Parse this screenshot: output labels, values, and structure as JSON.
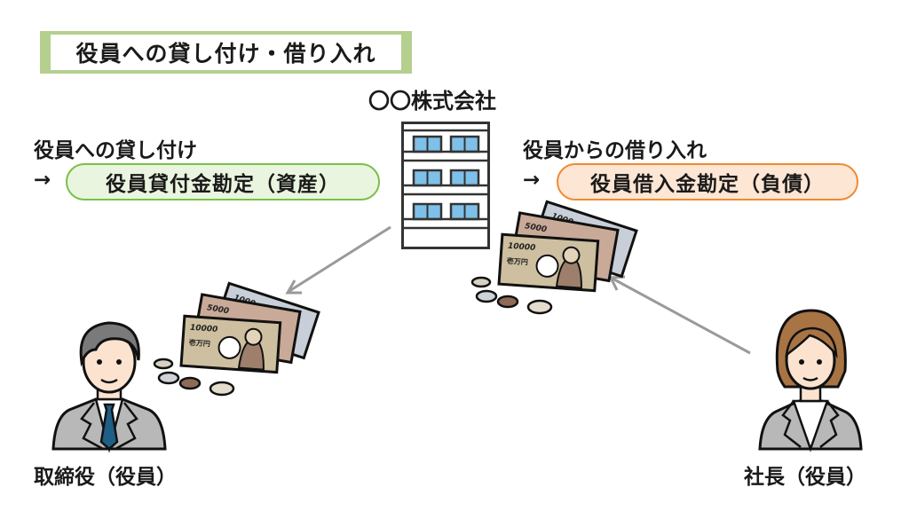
{
  "title": "役員への貸し付け・借り入れ",
  "company": {
    "name": "〇〇株式会社"
  },
  "lending": {
    "heading": "役員への貸し付け",
    "arrow": "→",
    "account": "役員貸付金勘定（資産）"
  },
  "borrowing": {
    "heading": "役員からの借り入れ",
    "arrow": "→",
    "account": "役員借入金勘定（負債）"
  },
  "persons": {
    "left": {
      "label": "取締役（役員）"
    },
    "right": {
      "label": "社長（役員）"
    }
  },
  "banknotes": {
    "note_1000": "1000",
    "note_5000": "5000",
    "note_10000": "10000",
    "note_text": "壱万円"
  },
  "colors": {
    "title_bar": "#b4cf8e",
    "asset_border": "#79c04a",
    "asset_fill": "#eaf5df",
    "liability_border": "#f08a32",
    "liability_fill": "#fde6d3",
    "window": "#7ec0e8",
    "arrow": "#9a9a9a"
  }
}
